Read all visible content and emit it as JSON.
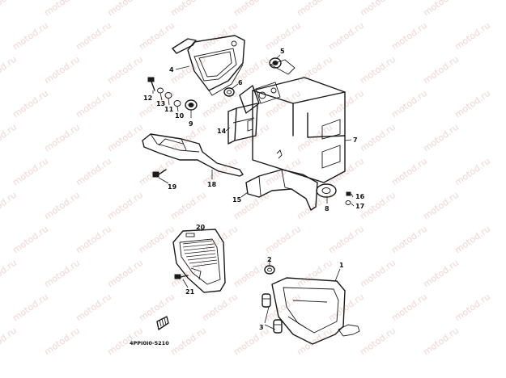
{
  "watermark": {
    "text": "motod.ru"
  },
  "diagram_code": "4PPI0I0-5210",
  "callouts": [
    {
      "id": "1",
      "label": "1"
    },
    {
      "id": "2",
      "label": "2"
    },
    {
      "id": "3",
      "label": "3"
    },
    {
      "id": "4",
      "label": "4"
    },
    {
      "id": "5",
      "label": "5"
    },
    {
      "id": "6",
      "label": "6"
    },
    {
      "id": "7",
      "label": "7"
    },
    {
      "id": "8",
      "label": "8"
    },
    {
      "id": "9",
      "label": "9"
    },
    {
      "id": "10",
      "label": "10"
    },
    {
      "id": "11",
      "label": "11"
    },
    {
      "id": "12",
      "label": "12"
    },
    {
      "id": "13",
      "label": "13"
    },
    {
      "id": "14",
      "label": "14"
    },
    {
      "id": "15",
      "label": "15"
    },
    {
      "id": "16",
      "label": "16"
    },
    {
      "id": "17",
      "label": "17"
    },
    {
      "id": "18",
      "label": "18"
    },
    {
      "id": "19",
      "label": "19"
    },
    {
      "id": "20",
      "label": "20"
    },
    {
      "id": "21",
      "label": "21"
    }
  ]
}
